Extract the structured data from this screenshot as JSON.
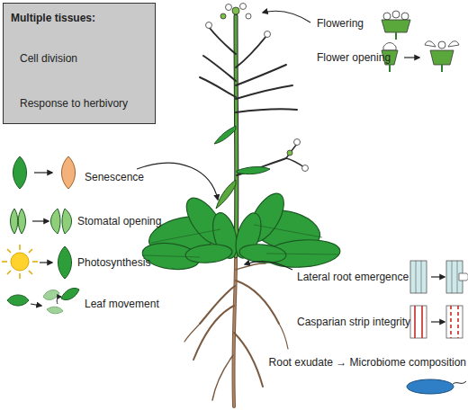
{
  "diagram": {
    "nodes": [
      {
        "text": [
          "Multiple tissues:",
          "Cell division",
          "Response to herbivory"
        ]
      }
    ],
    "labels": [
      "Flowering",
      "Flower opening",
      "Senescence",
      "Stomatal opening",
      "Photosynthesis",
      "Leaf movement",
      "Lateral root emergence",
      "Casparian strip integrity",
      "Root exudate → Microbiome composition"
    ]
  }
}
